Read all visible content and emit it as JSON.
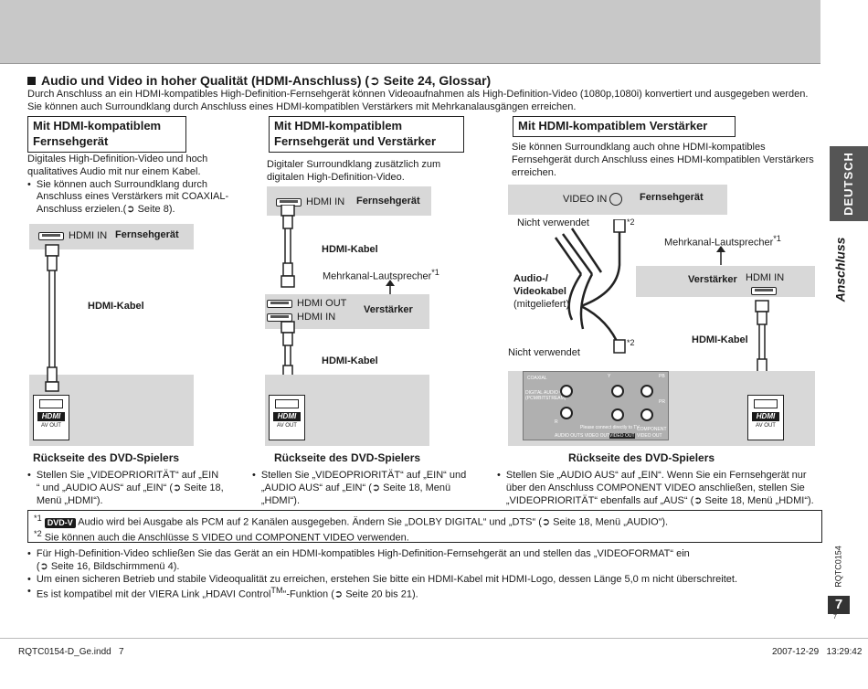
{
  "section": {
    "title": "Audio und Video in hoher Qualität (HDMI-Anschluss) (",
    "title_ref": "Seite 24, Glossar)",
    "intro1": "Durch Anschluss an ein HDMI-kompatibles High-Definition-Fernsehgerät können Videoaufnahmen als High-Definition-Video (1080p,1080i) konvertiert und ausgegeben werden.",
    "intro2": "Sie können auch Surroundklang durch Anschluss eines HDMI-kompatiblen Verstärkers mit Mehrkanalausgängen erreichen."
  },
  "col1": {
    "title_l1": "Mit HDMI-kompatiblem",
    "title_l2": "Fernsehgerät",
    "text1": "Digitales High-Definition-Video und hoch",
    "text2": "qualitatives Audio mit nur einem Kabel.",
    "bullet1": "Sie können auch Surroundklang durch",
    "bullet2": "Anschluss eines Verstärkers mit COAXIAL-",
    "bullet3": "Anschluss erzielen.(",
    "bullet3_ref": "Seite 8).",
    "hdmi_in": "HDMI IN",
    "device": "Fernsehgerät",
    "cable": "HDMI-Kabel",
    "rear": "Rückseite des DVD-Spielers",
    "note1": "Stellen Sie „VIDEOPRIORITÄT“ auf „EIN",
    "note2": "“ und „AUDIO AUS“ auf „EIN“ (",
    "note2_ref": "Seite 18,",
    "note3": "Menü „HDMI“)."
  },
  "col2": {
    "title_l1": "Mit HDMI-kompatiblem",
    "title_l2": "Fernsehgerät und Verstärker",
    "text1": "Digitaler Surroundklang zusätzlich zum",
    "text2": "digitalen High-Definition-Video.",
    "hdmi_in": "HDMI IN",
    "device": "Fernsehgerät",
    "cable1": "HDMI-Kabel",
    "speaker": "Mehrkanal-Lautsprecher",
    "speaker_mark": "*1",
    "hdmi_out": "HDMI OUT",
    "hdmi_in2": "HDMI IN",
    "amp": "Verstärker",
    "cable2": "HDMI-Kabel",
    "rear": "Rückseite des DVD-Spielers",
    "note1": "Stellen Sie „VIDEOPRIORITÄT“ auf „EIN“ und",
    "note2": "„AUDIO AUS“ auf „EIN“ (",
    "note2_ref": "Seite 18, Menü",
    "note3": "„HDMI“)."
  },
  "col3": {
    "title": "Mit HDMI-kompatiblem Verstärker",
    "text1": "Sie können Surroundklang auch ohne HDMI-kompatibles",
    "text2": "Fernsehgerät durch Anschluss eines HDMI-kompatiblen Verstärkers",
    "text3": "erreichen.",
    "video_in": "VIDEO IN",
    "device": "Fernsehgerät",
    "unused1": "Nicht verwendet",
    "mark2a": "*2",
    "speaker": "Mehrkanal-Lautsprecher",
    "speaker_mark": "*1",
    "av_cable1": "Audio-/",
    "av_cable2": "Videokabel",
    "av_cable3": "(mitgeliefert)",
    "amp": "Verstärker",
    "hdmi_in": "HDMI IN",
    "cable": "HDMI-Kabel",
    "unused2": "Nicht verwendet",
    "mark2b": "*2",
    "panel_coaxial": "COAXIAL",
    "panel_digital": "DIGITAL AUDIO OUT",
    "panel_pcm": "(PCM/BITSTREAM)",
    "panel_y": "Y",
    "panel_pb": "PB",
    "panel_pr": "PR",
    "panel_r": "R",
    "panel_connect": "Please connect directly to TV.",
    "panel_audio_out": "AUDIO OUT",
    "panel_svideo": "S VIDEO OUT",
    "panel_video_out": "VIDEO OUT",
    "panel_component": "COMPONENT",
    "panel_component_out": "VIDEO OUT",
    "rear": "Rückseite des DVD-Spielers",
    "note1": "Stellen Sie „AUDIO AUS“ auf „EIN“. Wenn Sie ein Fernsehgerät nur",
    "note2": "über den Anschluss COMPONENT VIDEO anschließen, stellen Sie",
    "note3": "„VIDEOPRIORITÄT“ ebenfalls auf „AUS“ (",
    "note3_ref": "Seite 18, Menü „HDMI“)."
  },
  "footnotes": {
    "f1_mark": "*1",
    "f1_badge": "DVD-V",
    "f1_text": "Audio wird bei Ausgabe als PCM auf 2 Kanälen ausgegeben. Ändern Sie „DOLBY DIGITAL“ und „DTS“ (",
    "f1_ref": "Seite 18, Menü „AUDIO“).",
    "f2_mark": "*2",
    "f2_text": "Sie können auch die Anschlüsse S VIDEO und COMPONENT VIDEO verwenden."
  },
  "bottom": {
    "b1_l1": "Für High-Definition-Video schließen Sie das Gerät an ein HDMI-kompatibles High-Definition-Fernsehgerät an und stellen das „VIDEOFORMAT“ ein",
    "b1_l2": "Seite 16, Bildschirmmenü 4).",
    "b2": "Um einen sicheren Betrieb und stabile Videoqualität zu erreichen, erstehen Sie bitte ein HDMI-Kabel mit HDMI-Logo, dessen Länge 5,0 m nicht überschreitet.",
    "b3_a": "Es ist kompatibel mit der VIERA Link „HDAVI Control",
    "b3_tm": "TM",
    "b3_b": "“-Funktion (",
    "b3_ref": "Seite 20 bis 21)."
  },
  "hdmi_logo": "HDMI",
  "av_out": "AV OUT",
  "side": {
    "tab": "DEUTSCH",
    "anschluss": "Anschluss",
    "code": "RQTC0154",
    "page": "7",
    "page_small": "7"
  },
  "footer": {
    "left": "RQTC0154-D_Ge.indd   7",
    "right": "2007-12-29   13:29:42"
  },
  "colors": {
    "grey_band": "#d8d8d8",
    "top_bar": "#c8c8c8",
    "side_tab": "#555555"
  }
}
